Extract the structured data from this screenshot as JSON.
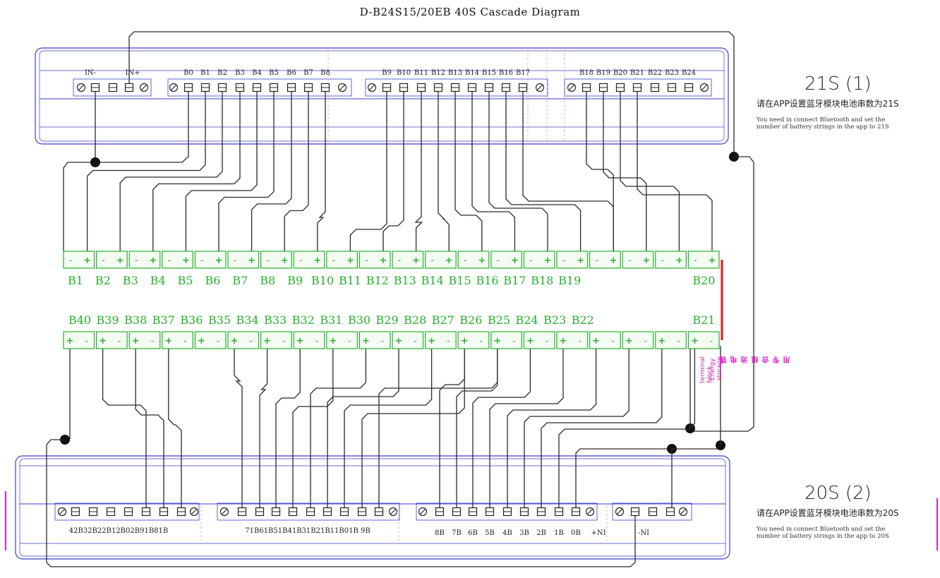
{
  "title": "D-B24S15/20EB 40S Cascade Diagram",
  "module1": {
    "heading": "21S (1)",
    "cn_note": "请在APP设置蓝牙模块电池串数为21S",
    "en_note_line1": "You need in connect Bluetooth and set the",
    "en_note_line2": "number of battery strings in the app to 21S",
    "in_labels": [
      "IN-",
      "IN+"
    ],
    "group1_labels": [
      "B0",
      "B1",
      "B2",
      "B3",
      "B4",
      "B5",
      "B6",
      "B7",
      "B8"
    ],
    "group2_labels": [
      "B9",
      "B10",
      "B11",
      "B12",
      "B13",
      "B14",
      "B15",
      "B16",
      "B17"
    ],
    "group3_labels": [
      "B18",
      "B19",
      "B20",
      "B21",
      "B22",
      "B23",
      "B24"
    ]
  },
  "module2": {
    "heading": "20S (2)",
    "cn_note": "请在APP设置蓝牙模块电池串数为20S",
    "en_note_line1": "You need in connect Bluetooth and set the",
    "en_note_line2": "number of battery strings in the app to 20S",
    "group1_text": "42B32B22B12B02B91B81B",
    "group2_text": "71B61B51B41B31B21B11B01B 9B",
    "group3_labels": [
      "8B",
      "7B",
      "6B",
      "5B",
      "4B",
      "3B",
      "2B",
      "1B",
      "0B",
      "+NI"
    ],
    "in_text": "-NI"
  },
  "cells_top": [
    "B1",
    "B2",
    "B3",
    "B4",
    "B5",
    "B6",
    "B7",
    "B8",
    "B9",
    "B10",
    "B11",
    "B12",
    "B13",
    "B14",
    "B15",
    "B16",
    "B17",
    "B18",
    "B19",
    "B20"
  ],
  "cells_bottom": [
    "B40",
    "B39",
    "B38",
    "B37",
    "B36",
    "B35",
    "B34",
    "B33",
    "B32",
    "B31",
    "B30",
    "B29",
    "B28",
    "B27",
    "B26",
    "B25",
    "B24",
    "B23",
    "B22",
    "B21"
  ],
  "cell_minus": "-",
  "cell_plus": "+",
  "side_label": {
    "line1": "锂电池组合专用",
    "line2": "Energy storage",
    "line3": "terminal block"
  },
  "colors": {
    "module_outline": "#3b3fc8",
    "wire": "#2a2a2a",
    "cell_green": "#26b02a",
    "series_red": "#e8141e",
    "accent_pink": "#e020c8"
  },
  "icons": [
    "screw-terminal-icon",
    "square-terminal-icon",
    "junction-dot-icon"
  ]
}
